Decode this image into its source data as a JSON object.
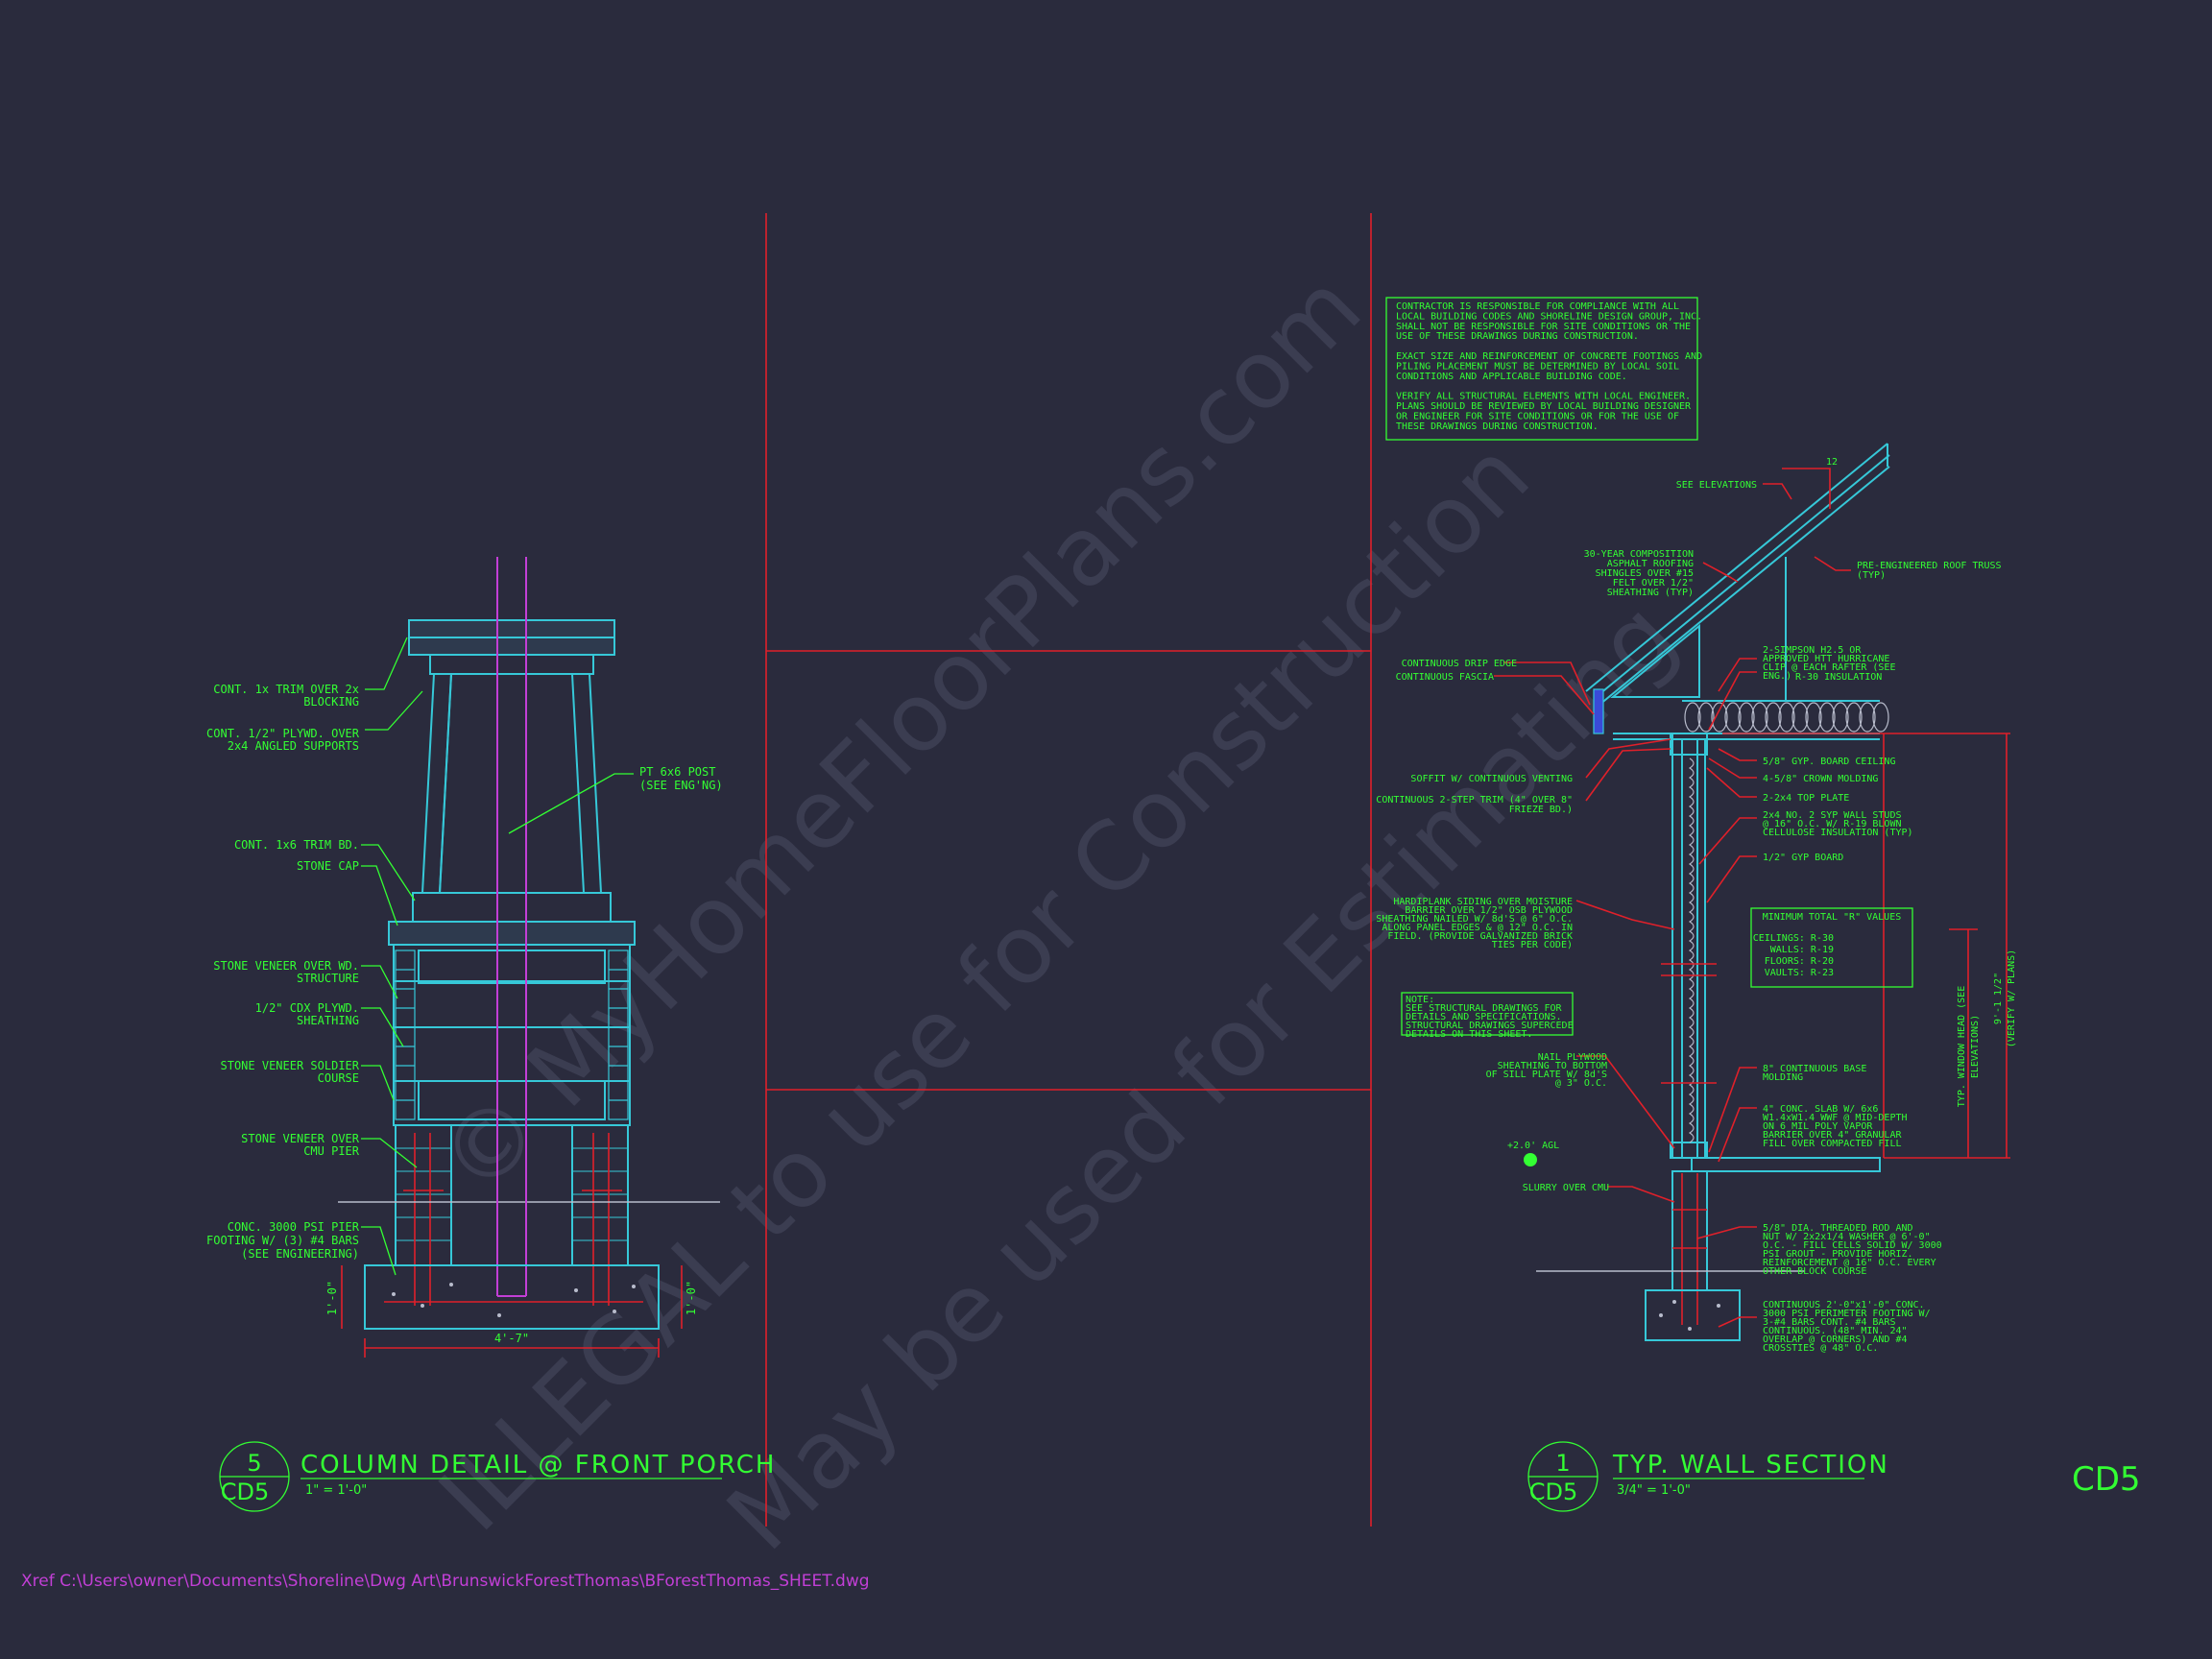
{
  "sheet_id": "CD5",
  "xref_path": "Xref C:\\Users\\owner\\Documents\\Shoreline\\Dwg Art\\BrunswickForestThomas\\BForestThomas_SHEET.dwg",
  "watermark": {
    "line1": "© MyHomeFloorPlans.com",
    "line2": "ILLEGAL to use for Construction",
    "line3": "May be used for Estimating"
  },
  "column_detail": {
    "number": "5",
    "sheet": "CD5",
    "title": "COLUMN DETAIL @ FRONT PORCH",
    "scale": "1\" = 1'-0\"",
    "labels": {
      "trim_blocking_1": "CONT. 1x TRIM OVER 2x",
      "trim_blocking_2": "BLOCKING",
      "plywd_1": "CONT. 1/2\" PLYWD. OVER",
      "plywd_2": "2x4 ANGLED SUPPORTS",
      "post_1": "PT 6x6 POST",
      "post_2": "(SEE ENG'NG)",
      "trim_bd": "CONT. 1x6 TRIM BD.",
      "stone_cap": "STONE CAP",
      "veneer_wd_1": "STONE VENEER OVER WD.",
      "veneer_wd_2": "STRUCTURE",
      "cdx_1": "1/2\" CDX PLYWD.",
      "cdx_2": "SHEATHING",
      "soldier_1": "STONE VENEER SOLDIER",
      "soldier_2": "COURSE",
      "cmu_1": "STONE VENEER OVER",
      "cmu_2": "CMU PIER",
      "footing_1": "CONC. 3000 PSI PIER",
      "footing_2": "FOOTING W/ (3) #4 BARS",
      "footing_3": "(SEE ENGINEERING)",
      "dim_width": "4'-7\"",
      "dim_height_l": "1'-0\"",
      "dim_height_r": "1'-0\""
    }
  },
  "wall_section": {
    "number": "1",
    "sheet": "CD5",
    "title": "TYP. WALL SECTION",
    "scale": "3/4\" = 1'-0\"",
    "notes": [
      "CONTRACTOR IS RESPONSIBLE FOR COMPLIANCE WITH ALL",
      "LOCAL BUILDING CODES AND SHORELINE DESIGN GROUP, INC.",
      "SHALL NOT BE RESPONSIBLE FOR SITE CONDITIONS OR THE",
      "USE OF THESE DRAWINGS DURING CONSTRUCTION.",
      "",
      "EXACT SIZE AND REINFORCEMENT OF CONCRETE FOOTINGS AND",
      "PILING PLACEMENT MUST BE DETERMINED BY LOCAL SOIL",
      "CONDITIONS AND APPLICABLE BUILDING CODE.",
      "",
      "VERIFY ALL STRUCTURAL ELEMENTS WITH LOCAL ENGINEER.",
      "PLANS SHOULD BE REVIEWED BY LOCAL BUILDING DESIGNER",
      "OR ENGINEER FOR SITE CONDITIONS OR FOR THE USE OF",
      "THESE DRAWINGS DURING CONSTRUCTION."
    ],
    "labels": {
      "pitch": "12",
      "see_elev": "SEE ELEVATIONS",
      "shingles_1": "30-YEAR COMPOSITION",
      "shingles_2": "ASPHALT ROOFING",
      "shingles_3": "SHINGLES OVER #15",
      "shingles_4": "FELT OVER 1/2\"",
      "shingles_5": "SHEATHING (TYP)",
      "truss_1": "PRE-ENGINEERED ROOF TRUSS",
      "truss_2": "(TYP)",
      "drip": "CONTINUOUS DRIP EDGE",
      "fascia": "CONTINUOUS FASCIA",
      "hurricane_1": "2-SIMPSON H2.5 OR",
      "hurricane_2": "APPROVED HTT HURRICANE",
      "hurricane_3": "CLIP @ EACH RAFTER (SEE",
      "hurricane_4": "ENG.)",
      "r30": "R-30 INSULATION",
      "soffit": "SOFFIT W/ CONTINUOUS VENTING",
      "step_trim_1": "CONTINUOUS 2-STEP TRIM (4\" OVER 8\"",
      "step_trim_2": "FRIEZE BD.)",
      "gyp_ceiling": "5/8\" GYP. BOARD CEILING",
      "crown": "4-5/8\" CROWN MOLDING",
      "top_plate": "2-2x4 TOP PLATE",
      "studs_1": "2x4 NO. 2 SYP WALL STUDS",
      "studs_2": "@ 16\" O.C. W/ R-19 BLOWN",
      "studs_3": "CELLULOSE INSULATION (TYP)",
      "gyp_board": "1/2\" GYP BOARD",
      "siding_1": "HARDIPLANK SIDING OVER MOISTURE",
      "siding_2": "BARRIER OVER 1/2\" OSB PLYWOOD",
      "siding_3": "SHEATHING NAILED W/ 8d'S @ 6\" O.C.",
      "siding_4": "ALONG PANEL EDGES & @ 12\" O.C. IN",
      "siding_5": "FIELD. (PROVIDE GALVANIZED BRICK",
      "siding_6": "TIES PER CODE)",
      "rvalues_title": "MINIMUM TOTAL \"R\" VALUES",
      "r_ceilings": "CEILINGS:  R-30",
      "r_walls": "WALLS:  R-19",
      "r_floors": "FLOORS:  R-20",
      "r_vaults": "VAULTS:  R-23",
      "note_1": "NOTE:",
      "note_2": "SEE STRUCTURAL DRAWINGS FOR",
      "note_3": "DETAILS AND SPECIFICATIONS.",
      "note_4": "STRUCTURAL DRAWINGS SUPERCEDE",
      "note_5": "DETAILS ON THIS SHEET.",
      "nail_1": "NAIL PLYWOOD",
      "nail_2": "SHEATHING TO BOTTOM",
      "nail_3": "OF SILL PLATE W/ 8d'S",
      "nail_4": "@ 3\" O.C.",
      "base_1": "8\" CONTINUOUS BASE",
      "base_2": "MOLDING",
      "slab_1": "4\" CONC. SLAB W/ 6x6",
      "slab_2": "W1.4xW1.4 WWF @ MID-DEPTH",
      "slab_3": "ON 6 MIL POLY VAPOR",
      "slab_4": "BARRIER OVER 4\" GRANULAR",
      "slab_5": "FILL OVER COMPACTED FILL",
      "agl": "+2.0' AGL",
      "slurry": "SLURRY OVER CMU",
      "rod_1": "5/8\" DIA. THREADED ROD AND",
      "rod_2": "NUT W/ 2x2x1/4 WASHER @ 6'-0\"",
      "rod_3": "O.C. - FILL CELLS SOLID W/ 3000",
      "rod_4": "PSI GROUT - PROVIDE HORIZ.",
      "rod_5": "REINFORCEMENT @ 16\" O.C. EVERY",
      "rod_6": "OTHER BLOCK COURSE",
      "ftg_1": "CONTINUOUS 2'-0\"x1'-0\" CONC.",
      "ftg_2": "3000 PSI PERIMETER FOOTING W/",
      "ftg_3": "3-#4 BARS CONT. #4 BARS",
      "ftg_4": "CONTINUOUS. (48\" MIN. 24\"",
      "ftg_5": "OVERLAP @ CORNERS) AND #4",
      "ftg_6": "CROSSTIES @ 48\" O.C.",
      "head_1": "TYP. WINDOW HEAD (SEE",
      "head_2": "ELEVATIONS)",
      "ceil_1": "9'-1 1/2\"",
      "ceil_2": "(VERIFY W/ PLANS)"
    }
  }
}
